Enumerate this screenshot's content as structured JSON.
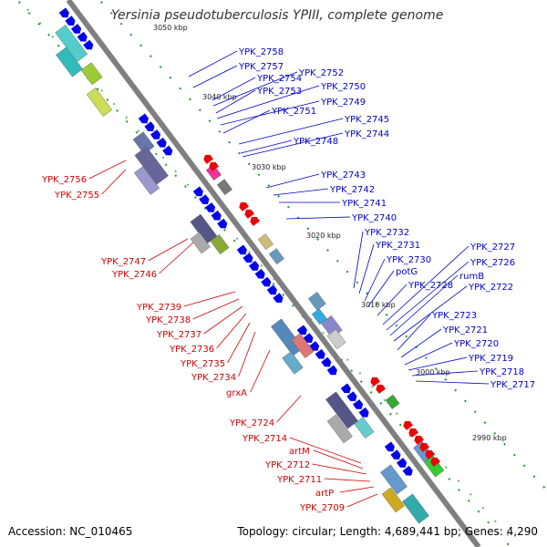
{
  "title": "Yersinia pseudotuberculosis YPIII, complete genome",
  "accession_text": "Accession: NC_010465",
  "summary_text": "Topology: circular; Length: 4,689,441 bp; Genes: 4,290",
  "colors": {
    "forward_label": "#0000cc",
    "reverse_label": "#cc0000",
    "backbone": "#808080",
    "tick": "#229922"
  },
  "kbp_marks": [
    "3050 kbp",
    "3040 kbp",
    "3030 kbp",
    "3020 kbp",
    "3010 kbp",
    "3000 kbp",
    "2990 kbp"
  ],
  "forward_genes": [
    "YPK_2758",
    "YPK_2757",
    "YPK_2754",
    "YPK_2752",
    "YPK_2753",
    "YPK_2750",
    "YPK_2749",
    "YPK_2751",
    "YPK_2745",
    "YPK_2748",
    "YPK_2744",
    "YPK_2743",
    "YPK_2742",
    "YPK_2741",
    "YPK_2740",
    "YPK_2732",
    "YPK_2731",
    "YPK_2730",
    "potG",
    "YPK_2728",
    "YPK_2727",
    "YPK_2726",
    "rumB",
    "YPK_2722",
    "YPK_2723",
    "YPK_2721",
    "YPK_2720",
    "YPK_2719",
    "YPK_2718",
    "YPK_2717"
  ],
  "reverse_genes": [
    "YPK_2756",
    "YPK_2755",
    "YPK_2747",
    "YPK_2746",
    "YPK_2739",
    "YPK_2738",
    "YPK_2737",
    "YPK_2736",
    "YPK_2735",
    "YPK_2734",
    "grxA",
    "YPK_2724",
    "YPK_2714",
    "artM",
    "YPK_2712",
    "YPK_2711",
    "artP",
    "YPK_2709"
  ]
}
